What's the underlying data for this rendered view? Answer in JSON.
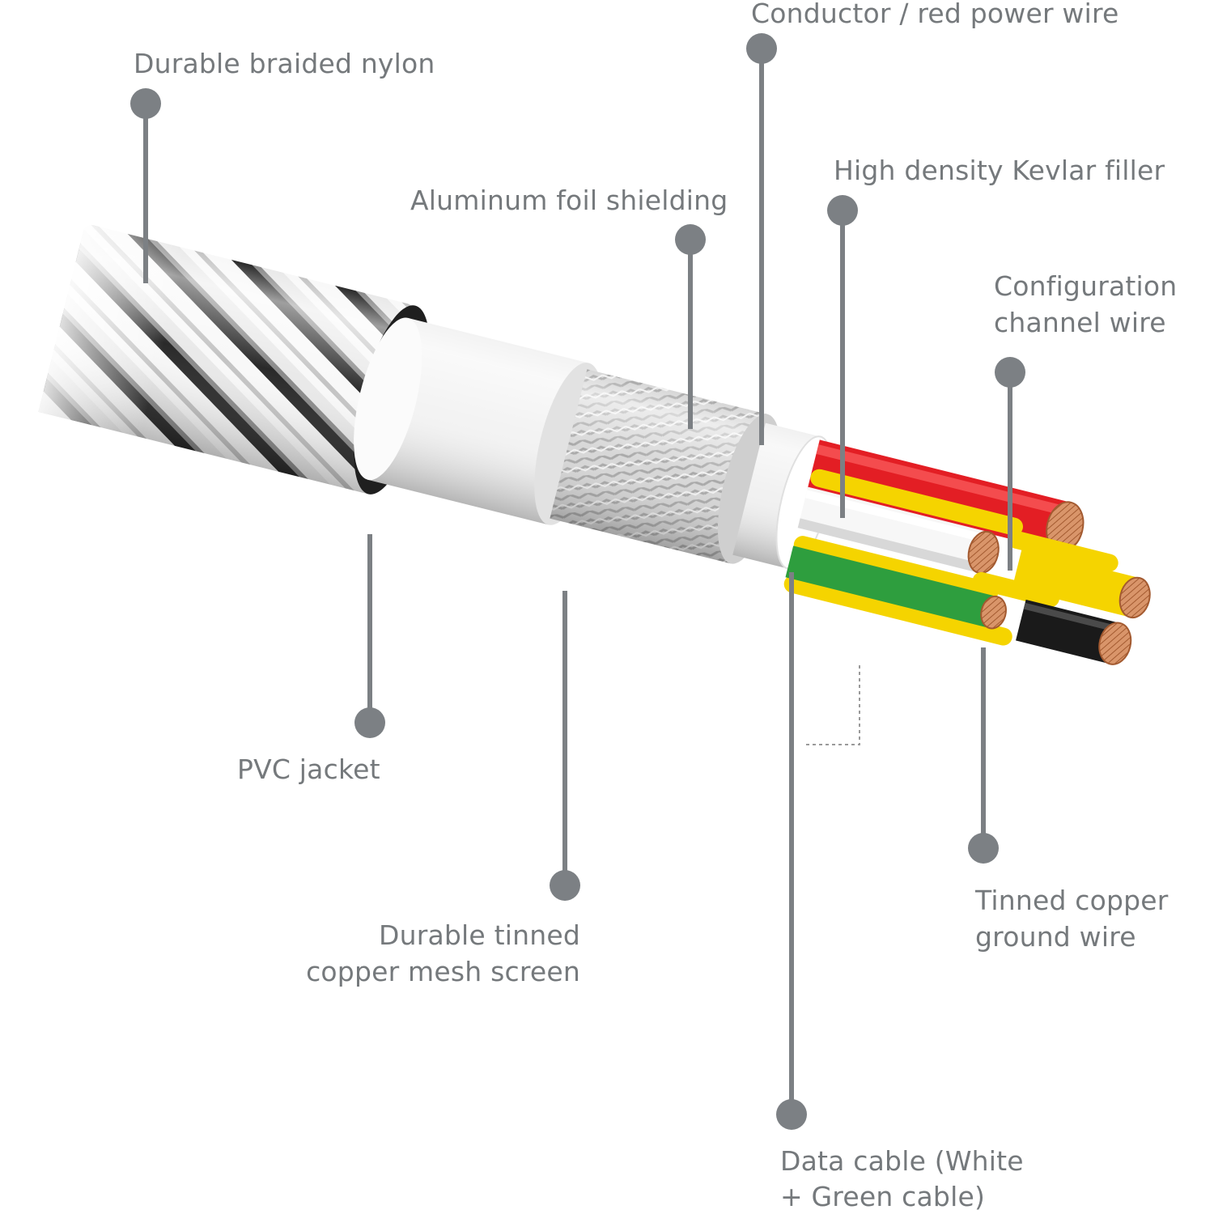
{
  "diagram": {
    "colors": {
      "callout": "#7c8084",
      "label_text": "#75797c",
      "jacket": "#f2f2f2",
      "mesh": "#c9c9c9",
      "red_wire": "#e31e24",
      "yellow_wire": "#f5d400",
      "green_wire": "#2e9e3e",
      "black_wire": "#1a1a1a",
      "copper": "#d9956a"
    },
    "labels": {
      "braided_nylon": "Durable braided nylon",
      "conductor": "Conductor / red power wire",
      "kevlar": "High density Kevlar filler",
      "foil": "Aluminum foil shielding",
      "config_line1": "Configuration",
      "config_line2": "channel wire",
      "pvc": "PVC jacket",
      "mesh_line1": "Durable tinned",
      "mesh_line2": "copper mesh screen",
      "ground_line1": "Tinned copper",
      "ground_line2": "ground wire",
      "data_line1": "Data cable (White",
      "data_line2": "+ Green cable)"
    }
  }
}
